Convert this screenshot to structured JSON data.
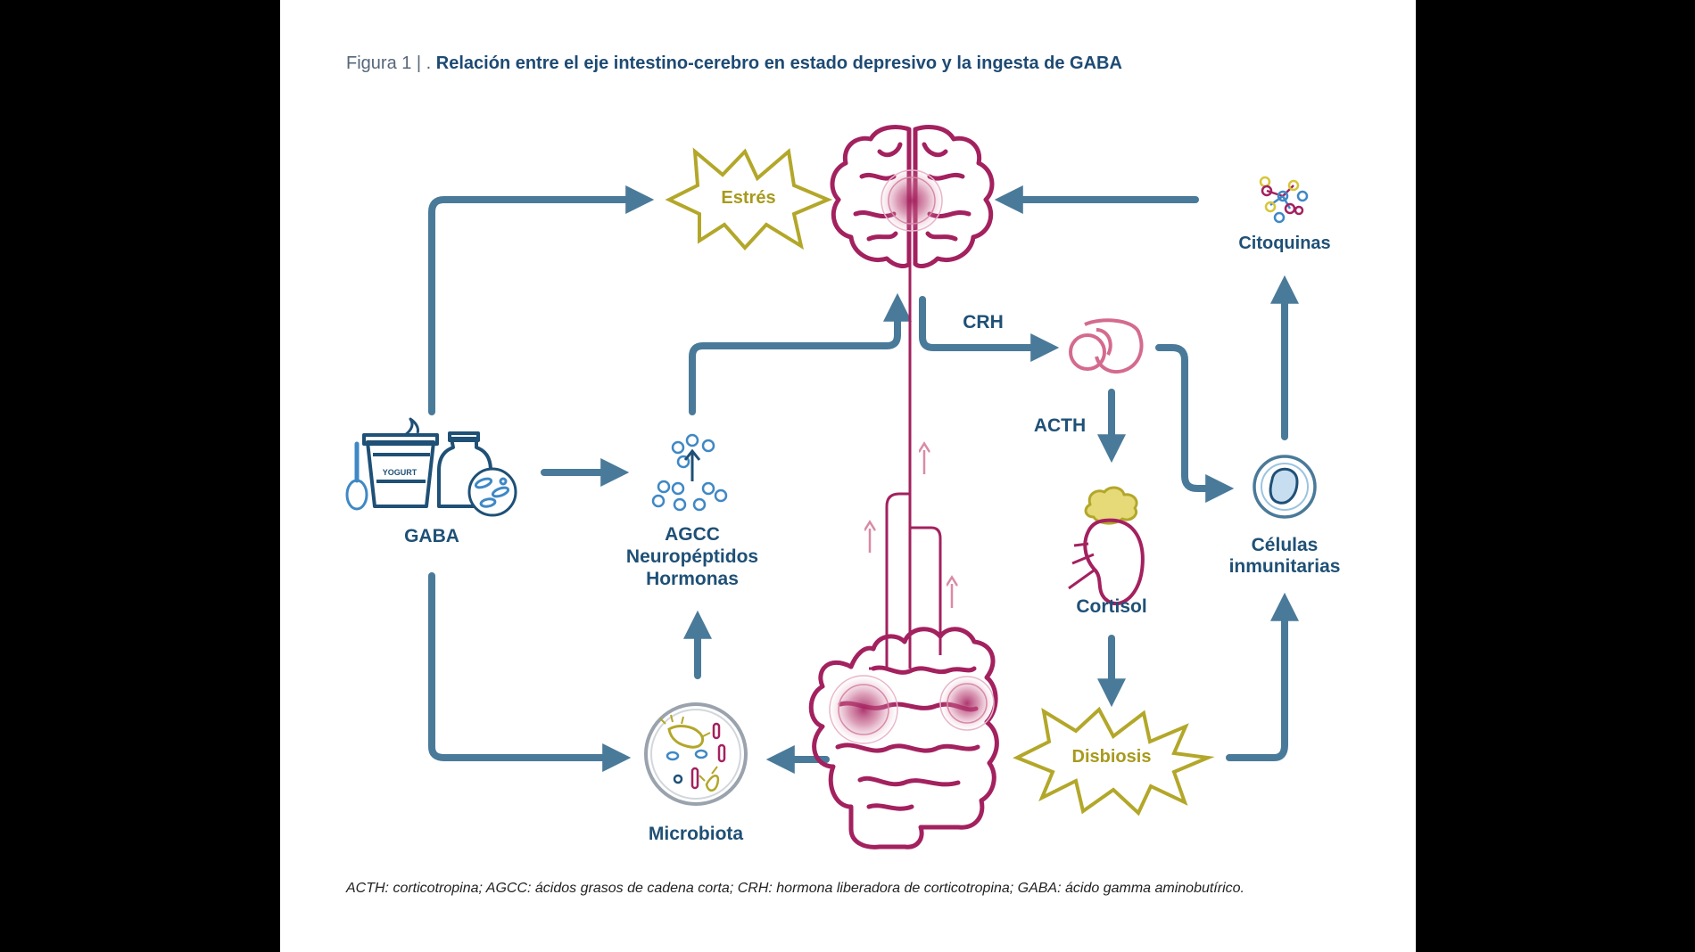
{
  "caption": {
    "figure_label": "Figura 1 | .",
    "title": "Relación entre el eje intestino-cerebro en estado depresivo y la ingesta de GABA"
  },
  "nodes": {
    "estres": "Estrés",
    "citoquinas": "Citoquinas",
    "crh": "CRH",
    "acth": "ACTH",
    "gaba": "GABA",
    "agcc": "AGCC",
    "neuropeptidos": "Neuropéptidos",
    "hormonas": "Hormonas",
    "celulas_line1": "Células",
    "celulas_line2": "inmunitarias",
    "cortisol": "Cortisol",
    "disbiosis": "Disbiosis",
    "microbiota": "Microbiota",
    "yogurt_text": "YOGURT"
  },
  "footnote": "ACTH: corticotropina; AGCC: ácidos grasos de cadena corta; CRH: hormona liberadora de corticotropina; GABA: ácido gamma aminobutírico.",
  "colors": {
    "arrow": "#4a7a99",
    "brain_gut": "#a3215f",
    "burst": "#b3a72a",
    "label_blue": "#1f5076",
    "icon_blue": "#3f88c5",
    "gland_pink": "#d46b8e",
    "adrenal_yellow": "#d7c63a"
  },
  "icons": [
    "brain-icon",
    "intestine-icon",
    "yogurt-icon",
    "bottle-icon",
    "spoon-icon",
    "molecules-icon",
    "cytokines-icon",
    "pituitary-icon",
    "adrenal-kidney-icon",
    "immune-cell-icon",
    "microbiota-icon"
  ]
}
